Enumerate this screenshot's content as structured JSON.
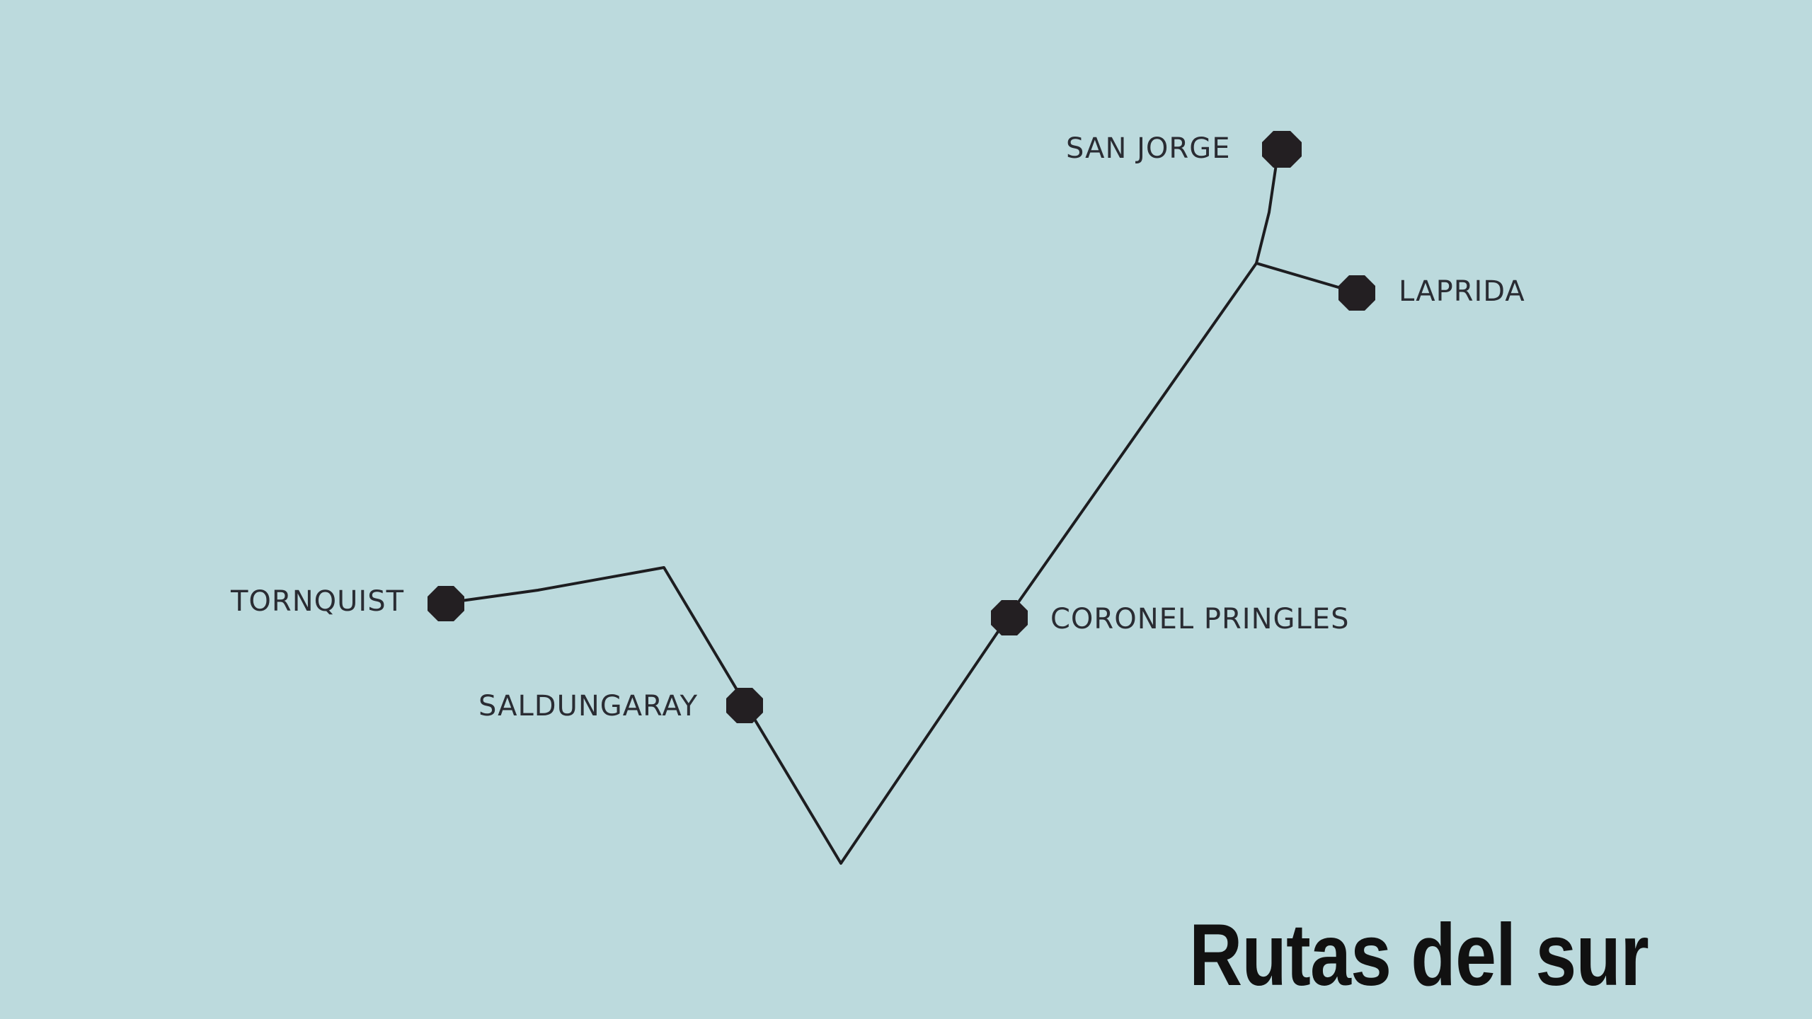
{
  "map": {
    "title": "Rutas del sur",
    "colors": {
      "background": "#bcdadd",
      "route": "#1d1d20",
      "marker": "#231f22",
      "label_text": "#2a2c33",
      "title_text": "#111111"
    },
    "stops": [
      {
        "id": "tornquist",
        "name": "TORNQUIST"
      },
      {
        "id": "saldungaray",
        "name": "SALDUNGARAY"
      },
      {
        "id": "coronel-pringles",
        "name": "CORONEL PRINGLES"
      },
      {
        "id": "san-jorge",
        "name": "SAN JORGE"
      },
      {
        "id": "laprida",
        "name": "LAPRIDA"
      }
    ],
    "marker_icon": "octagon-stop-marker"
  }
}
